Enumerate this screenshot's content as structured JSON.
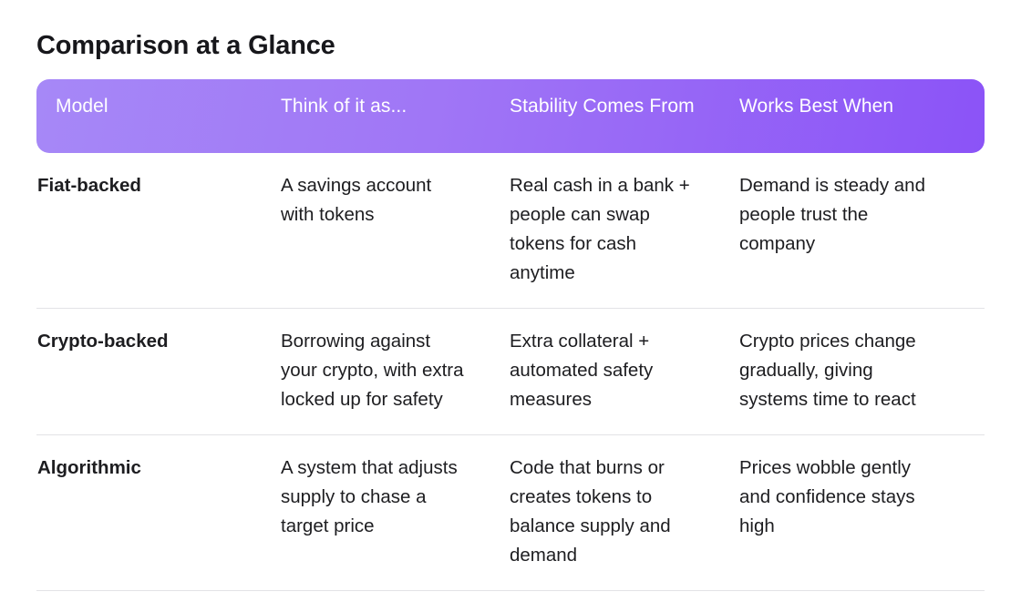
{
  "title": "Comparison at a Glance",
  "theme": {
    "gradient_start": "#a688f7",
    "gradient_end": "#8b53f7",
    "header_text": "#ffffff",
    "body_text": "#1d1d20",
    "divider": "#e3e3e6",
    "background": "#ffffff"
  },
  "table": {
    "columns": [
      {
        "label": "Model"
      },
      {
        "label": "Think of it as..."
      },
      {
        "label": "Stability Comes From"
      },
      {
        "label": "Works Best When"
      }
    ],
    "rows": [
      {
        "model": "Fiat-backed",
        "think_of_it_as": "A savings account with tokens",
        "stability_comes_from": "Real cash in a bank + people can swap tokens for cash anytime",
        "works_best_when": "Demand is steady and people trust the company"
      },
      {
        "model": "Crypto-backed",
        "think_of_it_as": "Borrowing against your crypto, with extra locked up for safety",
        "stability_comes_from": "Extra collateral + automated safety measures",
        "works_best_when": "Crypto prices change gradually, giving systems time to react"
      },
      {
        "model": "Algorithmic",
        "think_of_it_as": "A system that adjusts supply to chase a target price",
        "stability_comes_from": "Code that burns or creates tokens to balance supply and demand",
        "works_best_when": "Prices wobble gently and confidence stays high"
      }
    ]
  }
}
